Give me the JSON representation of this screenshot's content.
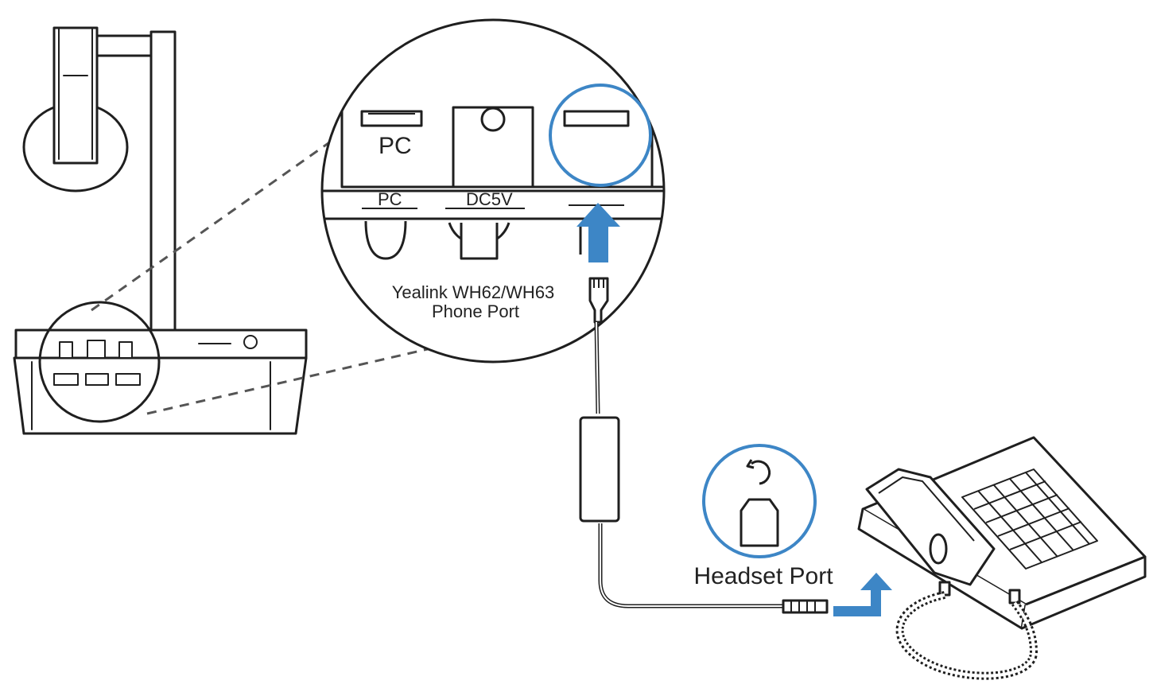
{
  "labels": {
    "pc_large": "PC",
    "pc_small": "PC",
    "dc5v": "DC5V",
    "phone_port_line1": "Yealink WH62/WH63",
    "phone_port_line2": "Phone Port",
    "headset_port": "Headset Port"
  },
  "colors": {
    "highlight": "#3d86c6",
    "line": "#1f1f1f",
    "dashed": "#555555",
    "label_text": "#222222"
  },
  "icons": {
    "headset_port_icon": "handset-jack-icon",
    "arrow": "arrow-up-icon"
  }
}
